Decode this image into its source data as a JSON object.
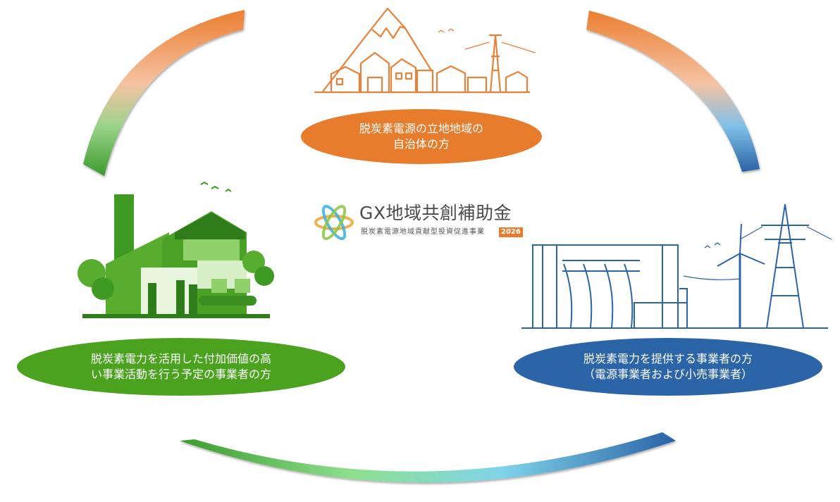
{
  "logo": {
    "title": "GX地域共創補助金",
    "subtitle": "脱炭素電源地域貢献型投資促進事業",
    "year": "2026"
  },
  "nodes": {
    "top": {
      "line1": "脱炭素電源の立地地域の",
      "line2": "自治体の方",
      "color": "#e67c2c"
    },
    "left": {
      "line1": "脱炭素電力を活用した付加価値の高",
      "line2": "い事業活動を行う予定の事業者の方",
      "color": "#4aa21f"
    },
    "right": {
      "line1": "脱炭素電力を提供する事業者の方",
      "line2": "（電源事業者および小売事業者）",
      "color": "#2c64a8"
    }
  },
  "illustrations": {
    "top": "mountain-town-icon",
    "left": "green-factory-icon",
    "right": "dam-windmill-powerline-icon"
  }
}
